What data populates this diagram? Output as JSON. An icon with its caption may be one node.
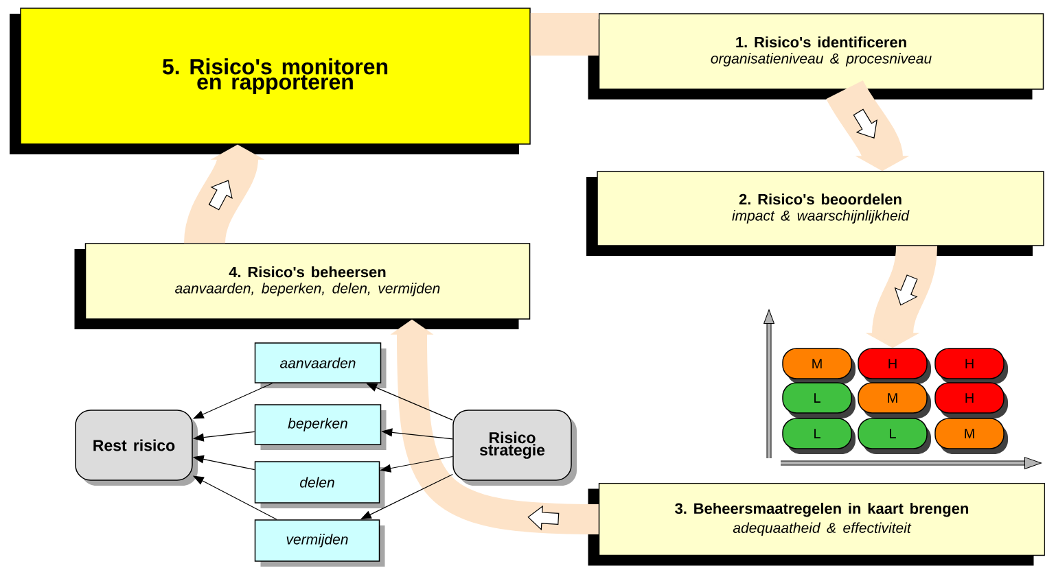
{
  "diagram": {
    "nodes": [
      {
        "text": [
          "5. Risico's monitoren en rapporteren"
        ]
      },
      {
        "text": [
          "1. Risico's identificeren",
          "organisatieniveau & procesniveau"
        ]
      },
      {
        "text": [
          "2. Risico's beoordelen",
          "impact & waarschijnlijkheid"
        ]
      },
      {
        "text": [
          "M"
        ]
      },
      {
        "text": [
          "H"
        ]
      },
      {
        "text": [
          "H"
        ]
      },
      {
        "text": [
          "L"
        ]
      },
      {
        "text": [
          "M"
        ]
      },
      {
        "text": [
          "H"
        ]
      },
      {
        "text": [
          "L"
        ]
      },
      {
        "text": [
          "L"
        ]
      },
      {
        "text": [
          "M"
        ]
      },
      {
        "text": [
          "3. Beheersmaatregelen in kaart brengen",
          "adequaatheid & effectiviteit"
        ]
      },
      {
        "text": [
          "4. Risico's beheersen",
          "aanvaarden, beperken, delen, vermijden"
        ]
      },
      {
        "text": [
          "Rest risico"
        ]
      },
      {
        "text": [
          "aanvaarden"
        ]
      },
      {
        "text": [
          "beperken"
        ]
      },
      {
        "text": [
          "delen"
        ]
      },
      {
        "text": [
          "vermijden"
        ]
      },
      {
        "text": [
          "Risico strategie"
        ]
      }
    ],
    "edges": [
      {
        "from": 0,
        "to": 1,
        "arrow": "none",
        "style": "thick",
        "color": "#fde3c8"
      },
      {
        "from": 1,
        "to": 2,
        "arrow": "to",
        "style": "thick",
        "color": "#fde3c8"
      },
      {
        "from": 2,
        "to": 4,
        "arrow": "to",
        "style": "thick",
        "color": "#fde3c8"
      },
      {
        "from": 12,
        "to": 13,
        "arrow": "to",
        "style": "thick",
        "color": "#fde3c8"
      },
      {
        "from": 13,
        "to": 0,
        "arrow": "to",
        "style": "thick",
        "color": "#fde3c8"
      },
      {
        "from": 19,
        "to": 15,
        "arrow": "to"
      },
      {
        "from": 19,
        "to": 16,
        "arrow": "to"
      },
      {
        "from": 19,
        "to": 17,
        "arrow": "to"
      },
      {
        "from": 19,
        "to": 18,
        "arrow": "to"
      },
      {
        "from": 15,
        "to": 14,
        "arrow": "to"
      },
      {
        "from": 16,
        "to": 14,
        "arrow": "to"
      },
      {
        "from": 17,
        "to": 14,
        "arrow": "to"
      },
      {
        "from": 18,
        "to": 14,
        "arrow": "to"
      }
    ]
  }
}
